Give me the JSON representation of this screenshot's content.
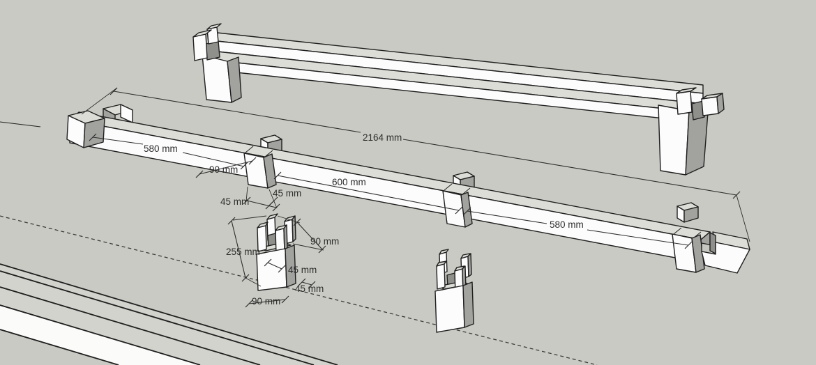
{
  "palette": {
    "background": "#c9cac3",
    "face_white": "#fcfcfd",
    "face_light": "#dcddd7",
    "face_mid": "#c6c7c0",
    "face_dark": "#a2a39f",
    "face_darker": "#8f908c",
    "edge": "#1f1f1f",
    "dimension_color": "#2d2d2d"
  },
  "beam_dimensions": {
    "total": "2164 mm",
    "left_span": "580 mm",
    "post_width": "90 mm",
    "mid_span": "600 mm",
    "inset_left": "45 mm",
    "inset_right": "45 mm",
    "right_span": "580 mm"
  },
  "post_detail_dimensions": {
    "height": "255 mm",
    "top_depth": "90 mm",
    "notch_width": "45 mm",
    "cheek": "45 mm",
    "base_width": "90 mm"
  }
}
